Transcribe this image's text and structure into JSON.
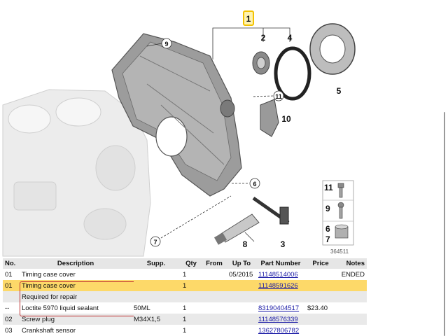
{
  "diagram": {
    "callouts": [
      "1",
      "2",
      "4",
      "9",
      "5",
      "11",
      "10",
      "6",
      "7",
      "8",
      "3"
    ],
    "inset": {
      "rows": [
        [
          "11"
        ],
        [
          "9"
        ],
        [
          "6",
          "7"
        ]
      ],
      "image_number": "364511"
    },
    "highlight_color": "#f3c200"
  },
  "table": {
    "headers": {
      "no": "No.",
      "description": "Description",
      "supp": "Supp.",
      "qty": "Qty",
      "from": "From",
      "upto": "Up To",
      "part": "Part Number",
      "price": "Price",
      "notes": "Notes"
    },
    "rows": [
      {
        "no": "01",
        "description": "Timing case cover",
        "supp": "",
        "qty": "1",
        "from": "",
        "upto": "05/2015",
        "part": "11148514006",
        "price": "",
        "notes": "ENDED"
      },
      {
        "no": "01",
        "description": "Timing case cover",
        "supp": "",
        "qty": "1",
        "from": "",
        "upto": "",
        "part": "11148591626",
        "price": "",
        "notes": ""
      },
      {
        "no": "",
        "description": "Required for repair",
        "supp": "",
        "qty": "",
        "from": "",
        "upto": "",
        "part": "",
        "price": "",
        "notes": ""
      },
      {
        "no": "--",
        "description": "Loctite 5970 liquid sealant",
        "supp": "50ML",
        "qty": "1",
        "from": "",
        "upto": "",
        "part": "83190404517",
        "price": "$23.40",
        "notes": ""
      },
      {
        "no": "02",
        "description": "Screw plug",
        "supp": "M34X1,5",
        "qty": "1",
        "from": "",
        "upto": "",
        "part": "11148576339",
        "price": "",
        "notes": ""
      },
      {
        "no": "03",
        "description": "Crankshaft sensor",
        "supp": "",
        "qty": "1",
        "from": "",
        "upto": "",
        "part": "13627806782",
        "price": "",
        "notes": ""
      }
    ]
  }
}
